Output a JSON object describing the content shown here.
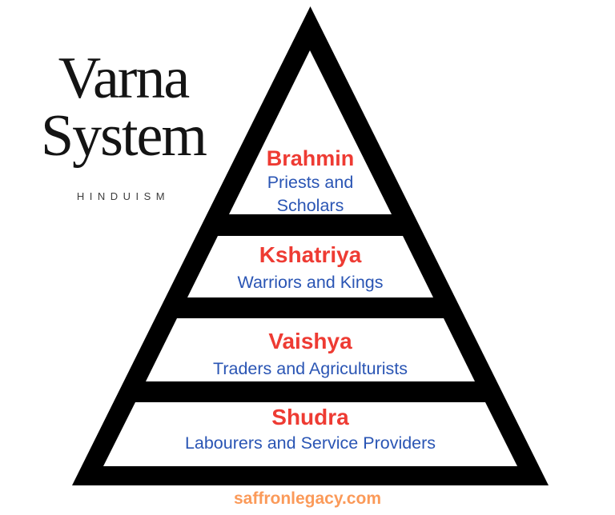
{
  "title": {
    "line1": "Varna",
    "line2": "System",
    "subtitle": "HINDUISM"
  },
  "pyramid": {
    "levels": [
      {
        "name": "Brahmin",
        "description": "Priests and Scholars"
      },
      {
        "name": "Kshatriya",
        "description": "Warriors and Kings"
      },
      {
        "name": "Vaishya",
        "description": "Traders and Agriculturists"
      },
      {
        "name": "Shudra",
        "description": "Labourers and Service Providers"
      }
    ]
  },
  "footer": {
    "website": "saffronlegacy.com"
  },
  "colors": {
    "background": "#ffffff",
    "title": "#141414",
    "subtitle": "#3d3d3d",
    "pyramid": "#000000",
    "level_name": "#ee3b33",
    "level_desc": "#2a55b4",
    "footer": "#fb9a59"
  }
}
